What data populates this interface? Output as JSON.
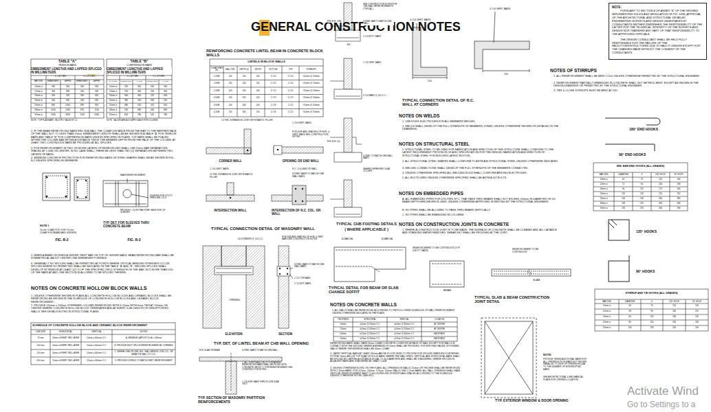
{
  "diagram": {
    "title": "GENERAL CONSTRUCTION NOTES",
    "nodes": [
      {
        "text": [
          "NOTE:",
          "PURSUANT TO SECTION 4 OF ANNEX \"B\" OF THE REVISED IMPLEMENTING RULES AND REGULATION OF P.D. 1096, APPROVAL OF THE ARCHITECTURAL AND STRUCTURAL DETAILED ENGINEERING SURVEYS AND DESIGN UNDERTAKEN BY CONSULTANTS NEITHER DIMINISHES THE RESPONSIBILITY OF THE LATTER FOR THE TECHNICAL INTEGRITY OF THE SURVEYS AND DESIGN NOR TRANSFER ANY PART OF THAT RESPONSIBILITY TO THE APPROVING OFFICIALS.",
          "THE DESIGN CONSULTANT SHALL BE HELD FULLY RESPONSIBLE FOR THE FAILURE OF THE FACILITY/IES/STRUCTURES DUE TO FAULTY DESIGN EXCEPT FOR THE CHANGES MADE WITHOUT THE CONSENT OF THE CONSULTANTS."
        ]
      }
    ],
    "labels": [
      "TABLE \"A\"",
      "TENSION BARS",
      "EMBEDMENT LENGTHS AND LAPPED SPLICED IN MILLIMETERS",
      "fc' = 20.7 MPa",
      "fc' = 27.6 MPa",
      "BAR SIZE",
      "EMBEDMENT",
      "LAPPED",
      "EMBEDMENT",
      "LAPPED",
      "10mm ø",
      "300",
      "300",
      "300",
      "300",
      "12mm ø",
      "300",
      "390",
      "300",
      "340",
      "16mm ø",
      "400",
      "520",
      "350",
      "450",
      "20mm ø",
      "500",
      "650",
      "430",
      "560",
      "25mm ø",
      "800",
      "1040",
      "690",
      "900",
      "28mm ø",
      "1000",
      "1300",
      "870",
      "1130",
      "32mm ø",
      "1300",
      "1690",
      "1130",
      "1460",
      "NOTE : TOP PLAIN BARS : MULTIPLY VALUE BY 1.4",
      "TABLE \"B\"",
      "COMPRESSION BARS",
      "EMBEDMENT LENGTHS AND LAPPED SPLICED IN MILLIMETERS",
      "fc' = 20.7 MPa",
      "fc' = 27.6 MPa",
      "BAR SIZE",
      "EMBEDMENT",
      "LAPPED",
      "EMBEDMENT",
      "LAPPED",
      "10mm ø",
      "200",
      "300",
      "200",
      "300",
      "12mm ø",
      "230",
      "300",
      "200",
      "300",
      "16mm ø",
      "300",
      "400",
      "270",
      "400",
      "20mm ø",
      "380",
      "500",
      "330",
      "500",
      "25mm ø",
      "480",
      "610",
      "410",
      "610",
      "28mm ø",
      "530",
      "680",
      "460",
      "680",
      "32mm ø",
      "600",
      "780",
      "520",
      "780",
      "NOTE : VALUES ARE ALSO APPLICABLE FOR COLUMNS",
      "2. IF THE BEAM REINFORCING BARS END IN A WALL THE CLEAR DISTANCE FROM THE BAR TO THE FARTHER FACE OF THE WALL NOT TO LESS THAN 25mm. EMBEDMENT LENGTH SHALL BE AS SHOWN IN A TABLE \"A\" FOR TENSION BARS AND TABLE \"B\" FOR COMPRESSION BARS UNLESS SPECIFIED IN PLANS. TOP BARS SHALL BE PLACED WITHIN THE COLUMN BAR WITHIN A DISTANCE TWICE THE MEMBER DEPTH FROM THE FACE OF THE COLUMN. AT LEAST TWO CONTINUOUS BARS BE PROVIDED AT ALL SPLICES.",
      "3. FOR REINFORCEMENT IN TWO OR MORE LAYERS OF REINFORCING SHALL USE 25mm BAR SEPARATORS SPACED AT 1.00M ON CENTER. IN NO CASE SHALL THERE BE LESS THAN TWO (2) SEPARATORS BETWEEN TWO LAYERS OF BARS.",
      "4. MINIMUM CONCRETE PROTECTION FOR REINFORCING BARS OR STEEL SHAPES SHALL BE AS SHOWN IN FIG. B-2 UNLESS SPECIFIED ELSEWHERE.",
      "NOTE 1",
      "20 mm CLEAR FOR JOIST 40 mm CLEAR FOR BEAMS AND GIRDERS",
      "FIG. B-2",
      "FIG. B-3",
      "TYP. DET. FOR SLEEVES THRU CONCRETE BEAM",
      "MAIN REINFORCEMENT",
      "SLEEVES FOR UTILITY PIPES MIN. 1/3 D",
      "PROVIDE 2-#10 EXTRA STIRR. EACH SIDE OF SLEEVES",
      "5. WHEN A BEAM CROSSES A GIRDER, REST BAR ON TOP OF GIRDER BARS. BEAM REINFORCING BAR SHALL BE SYMMETRICAL ABOUT CENTER LINE WHENEVER POSSIBLE.",
      "6. GENERALLY NO SPLICES SHALL BE PERMITTED AT POINTS WHERE CRITICAL BENDING STRESSES OCCUR. SPLICES WHERE SO PERMITTED SHALL BE INDICATED IN THE TABLE \"A\" AND \"B\". WELDED SPLICES SHALL DEVELOP IN TENSION AT LEAST 125 % OF THE SPECIFIED YIELD STRENGTH OF THE BAR. NOT MORE THAN 50% OF THE BARS AT ANY ONE SECTION IS ALLOWED TO BE SPLICED THEREIN.",
      "NOTES ON CONCRETE HOLLOW BLOCK WALLS",
      "1. UNLESS OTHERWISE SHOWN IN PLANS ALL CONCRETE HOLLOW BLOCKS AND CERAMIC BLOCKS SHALL BE REINFORCED AS SHOWN IN THE SCHEDULE OF CONCRETE HOLLOW BLOCKS AND CERAMIC BLOCK REINFORCEMENT.",
      "2. PROVIDE 150mm x 200mm STIFFENER COLUMN REINFORCED WITH 4-12mm WITH 6mm TIES AT 150mm ON CENTER WHERE CONCRETE HOLLOW BLOCK TERMINATES AND AT EVERY 3.0M LENGTH OF UNSUPPORTED WALLS. SEE DETAILS NOTED IN STRUCTURAL PLANS.",
      "SCHEDULE OF CONCRETE HOLLOW BLOCK AND CERAMIC BLOCK REINFORCEMENT",
      "CHB SIZE",
      "HORIZONTAL",
      "VERTICAL",
      "NOTES",
      "75 mm",
      "10mm ø EVERY 3RD LAYER",
      "10mm ø 600mm O.C.",
      "A. MINIMUM LAPS OF 20 db = 300mm",
      "100 mm",
      "10mm ø EVERY 3RD LAYER",
      "10mm ø 600mm O.C.",
      "B. PROVIDE KNOT SPLICE REINFORCEMENT AT CORNERS",
      "150 mm",
      "10mm ø EVERY 2ND LAYER",
      "10mm ø 400mm O.C.",
      "C. WHERE CHB OR CER. BLK. WALL BRINGS JOIN COL. OR BEAM TIE WALL TO COL.",
      "200 mm",
      "12mm ø EVERY 2ND LAYER",
      "12mm ø 400mm O.C.",
      "D. PROVIDE DOWELS TO MATCH VERT. REINFORCEMENT",
      "REINFORCING CONCRETE LINTEL BEAM IN CONCRETE BLOCK WALLS",
      "LINTELS IN BLOCK WALLS",
      "CLEAR SPAN (M)",
      "WALL THK.",
      "DEPTH (d)",
      "WIDTH",
      "BOTTOM",
      "TOP",
      "STIRRUPS",
      "1.20M",
      "100",
      "150",
      "100",
      "2-#10",
      "2-#10",
      "#10mm @ 150mm",
      "1.80M",
      "150",
      "200",
      "150",
      "2-#12",
      "2-#10",
      "#10mm @ 150mm",
      "2.40M",
      "100",
      "200",
      "100",
      "2-#12",
      "2-#12",
      "#10mm @ 200mm",
      "3.00M",
      "150",
      "250",
      "150",
      "2-#12",
      "2-#12",
      "#10mm @ 200mm",
      "3.60M",
      "100",
      "300",
      "100",
      "2-#16",
      "2-#12",
      "#10mm @ 200mm",
      "4.20M",
      "150",
      "300",
      "150",
      "2-#16",
      "2-#12",
      "#10mm @ 250mm",
      "12 THK. EXPANSION JOINT WITH MASTIC FILLER",
      "1-#16 VERT. BARS",
      "FOR SIZE AND SPACING OF HOR. & VERT. BARS SEE CONSTRUCTION NOTES.",
      "CORNER WALL",
      "OPENING OR END WALL",
      "1-#16 VERT. BARS",
      "12 THK. EXPANSION JOINT WITH MASTIC FILLER",
      "R.C. COLUMN OR WALL",
      "DOWEL BARS TO MATCH CHB WALL BARS",
      "INTERSECTION WALL",
      "INTERSECTION OF R.C. COL. OR WALL",
      "TYPICAL CONNECTION DETAIL OF MASONRY WALL",
      "#10 STIRRUPS @ 150 O.C.",
      "FOR SIZE AND SPACING OF HOR. & VERT. BARS SEE CONSTRUCTION NOTES",
      "OPENING",
      "DOWEL BARS TO MATCH CHB WALL BARS",
      "2-#12 TOP BARS",
      "2-#12 BOT. BARS",
      "ELEVATION",
      "SECTION",
      "TYP. DET. OF LINTEL BEAM AT CHB WALL OPENING",
      "FLR. SLAB OR BEAM",
      "DOWEL BARS TO MATCH CHB WALL",
      "1. ALL JOINTS AND CELLS CONTAINING REINFORCING BARS SHALL BE FILLED WITH CONCRETE GROUT. 2. FOR REINFORCEMENT SEE CONSTRUCTION NOTES.",
      "1-#16 HOR. BARS THRU FLOOR SLAB ONLY",
      "TYP. SECTION OF MASONRY PARTITION REINFORCEMENTS",
      "SEE CONSTRUCTION NOTES FOR CHB WALL REINFORCEMENTS (TYPICAL)",
      "FIN. FLR. LINE",
      "DOWEL BAR TO MATCH CHB WALL",
      "3-#10 BOTT. BARS",
      "400",
      "1-#16 VERT. BARS",
      "3-#10 BARS @ 250 O.C.",
      "FIN. FLR. LVL.",
      "DOWEL TO MATCH CHB WALL BARS",
      "WHERE DEPRESSED SLAB OCCURS",
      "TYPICAL CHB FOOTING DETAILS",
      "( WHERE APPLICABLE )",
      "30 BAR DIA.",
      "30 BAR DIA.",
      "TYPICAL DETAIL FOR BEAM OR SLAB CHANGE SOFFIT",
      "NOTES ON CONCRETE WALLS",
      "1. ALL WALLS SHALL BE REINFORCED ACCORDING TO THE FOLLOWING SCHEDULE OF WALL REINFORCEMENT UNLESS OTHERWISE INDICATED IN THE PLANS.",
      "THICKNESS",
      "HORIZONTAL",
      "VERTICAL",
      "LOCATION",
      "100mm",
      "ø10mm @ 250mm O.C.",
      "ø10mm @ 300mm O.C.",
      "AT CENTER",
      "150mm",
      "ø10mm @ 200mm O.C.",
      "ø10mm @ 250mm O.C.",
      "AT CENTER",
      "200mm",
      "ø12mm @ 250mm O.C.",
      "ø12mm @ 300mm O.C.",
      "EACH FACE",
      "250mm",
      "ø12mm @ 200mm O.C.",
      "ø12mm @ 250mm O.C.",
      "EACH FACE",
      "REINFORCING BARS SHALL HAVE 25mm CLEAR CONCRETE COVER FROM FACE OF WALL EXCEPT FOR WALLS IN CONTACT WITH THE GROUND WHERE A MINIMUM OF 50mm SHALL BE PROVIDED. FOR EXPOSED FACES OF FORMED WALLS WHERE THE MINIMUM SHALL BE 40mm CLEAR.",
      "2. CARRY VERTICAL BARS AT LEAST 450mm ABOVE FLOOR LEVEL TO PROVIDE FOR SPLICES WHEN ENCOUNTERING STOP AT 50mm BELOW TOP SLAB OR SOLID BAND WHERE THE WALL ENDS. VERTICAL AND HORIZONTAL BARS SHALL BE SPLICED BY LAPPING A DISTANCE EQUAL TO 40 DIAMETERS AND SHALL BE STAGGERED. WHERE SPLICES IN ADJACENT BARS ARE STAGGERED AT LEAST 1.00M.",
      "3. UNLESS OTHERWISE NOTED ON THE PLANS, ALL OPENINGS IN WALLS 250mm OR THICKER SHALL BE REINFORCED WITH 2-16mm BARS. FOR 225mm, 200mm, 175mm, 150mm WALLS USE 2-12mm BARS. ALL WALL OPENINGS SHALL HAVE VERTICAL REINFORCEMENT BENT TO A U-FORM LIKE STIRRUPS AND SPACED ACCORDING TO THE SCHEDULE UNLESS OTHERWISE NOTED (SEE FIG.)",
      "4-#16 VERT. BARS",
      "4-#16 VERT. BARS",
      "550",
      "550",
      "TYPICAL CONNECTION DETAIL OF R.C. WALL AT CORNERS",
      "NOTES ON WELDS",
      "1. USE E70XX ELECTRODES FOR ALL MEMBERS WELDED.",
      "2. WELDS SHALL DEVELOP THE FULL STRENGTH OF MEMBERS JOINED UNLESS OTHERWISE SHOWN OR DETAILED IN THE DRAWINGS.",
      "NOTES ON STRUCTURAL STEEL",
      "1. STRUCTURAL STEEL TO BE USED FOR FABRICATION AND ERECTION OF THIS STRUCTURE SHALL CONFORM TO THE LATEST REQUIREMENT PROVISION OF AISC SPECIFICATION FOR THE DESIGN, FABRICATION AND ERECTION OF STRUCTURAL STEEL FOR BUILDING LATEST EDITION.",
      "2. ALL STRUCTURAL STEEL SHAPES SHALL CONFORM TO ASTM A36 STRUCTURAL STEEL UNLESS OTHERWISE INDICATED.",
      "3. WELDED CONNECTIONS SHALL DEVELOP THE FULL STRENGTH OF THE MEMBERS CONNECTED.",
      "4. UNLESS OTHERWISE SPECIFIED ALL WELDING RODS SHALL CONFORM AWS E60 ELECTRODES.",
      "5. ALL BOLTS USED UNLESS OTHERWISE SPECIFIED SHALL BE ASTM A 307 BOLTS.",
      "NOTES ON EMBEDDED PIPES",
      "A. ALL EMBEDDED PIPES FOR UTILITIES, ETC. THAT PASS THRU BEAMS SHALL NOT EXCEED 100mm IN DIAMETER OR 1/3 BEAM DEPTH WHICHEVER IS LESS, UNLESS OTHERWISE APPROVED IN WRITING BY THE STRUCTURAL ENGINEER.",
      "B. NO PIPES SHALL BE ALLOWED TO PASS THRU BEAMS VERTICALLY.",
      "C. NO PIPES SHALL BE EMBEDDED IN COLUMNS.",
      "NOTES ON CONSTRUCTION JOINTS IN CONCRETE",
      "1. WHERE A CONSTRUCTION JOINT IS TO BE MADE, THE SURFACE OF CONCRETE SHALL BE CLEANED AND ALL LAITANCE AND STANDING WATER REMOVED. SHEAR KEY SHALL BE PROVIDED AT THE JOINT.",
      "REINFORCEMENT TO BE CONTINUOUS (TOP & BOTT. BARS)",
      "REINFORCEMENT TO BE CONTINUOUS",
      "BEAM",
      "SLAB",
      "TYPICAL SLAB & BEAM CONSTRUCTION JOINT DETAIL",
      "NOTE:",
      "PROVIDE THESE ADDITIONAL BARS FOR ALL OPENINGS PLUS BARS NOT SHOWN PARALLEL TO SIDE OF OPENING EQUAL TO THE NUMBER OF INTERRUPTED BARS.",
      "SEE ARCHITECTURAL & MECHANICAL PLANS FOR OPENING LOCATION.",
      "TYP. EXTERIOR WINDOW & DOOR OPENING",
      "NOTES OF STIRRUPS",
      "1. ALL REINFORCEMENT SHALL BE BENT COLD UNLESS OTHERWISE PERMITTED BY THE STRUCTURAL ENGINEER.",
      "2. REINFORCEMENT PARTIALLY EMBEDDED IN CONCRETE SHALL NOT BE FIELD BENT, EXCEPT AS SHOWN IN THE DESIGN DRAWINGS OR PERMITTED BY THE STRUCTURAL ENGINEER.",
      "3. TIES & CLOSE STIRRUPS MUST BE BENT AT 135°.",
      "180° END HOOKS",
      "90° END HOOKS",
      "MIN. BAR END HOOKS (ALL GRADES)",
      "BAR SIZE",
      "DIAMETER",
      "D",
      "180° HOOK",
      "90° HOOK",
      "10mm ø",
      "60",
      "75",
      "125",
      "160",
      "12mm ø",
      "72",
      "90",
      "140",
      "190",
      "16mm ø",
      "96",
      "115",
      "175",
      "260",
      "20mm ø",
      "120",
      "150",
      "210",
      "310",
      "25mm ø",
      "150",
      "190",
      "260",
      "380",
      "28mm ø",
      "168",
      "225",
      "300",
      "430",
      "32mm ø",
      "192",
      "255",
      "340",
      "490",
      "135° HOOKS",
      "90° HOOKS",
      "STIRRUP AND TIE HOOKS (ALL GRADES)",
      "BAR SIZE",
      "DIAMETER",
      "D",
      "135° HOOK",
      "90° HOOK",
      "10mm ø",
      "40",
      "75",
      "120",
      "105",
      "12mm ø",
      "48",
      "90",
      "140",
      "115",
      "16mm ø",
      "64",
      "115",
      "160",
      "155",
      "20mm ø",
      "80",
      "150",
      "200",
      "200",
      "25mm ø",
      "100",
      "190",
      "250",
      "250",
      "Activate Wind",
      "Go to Settings to a"
    ]
  }
}
